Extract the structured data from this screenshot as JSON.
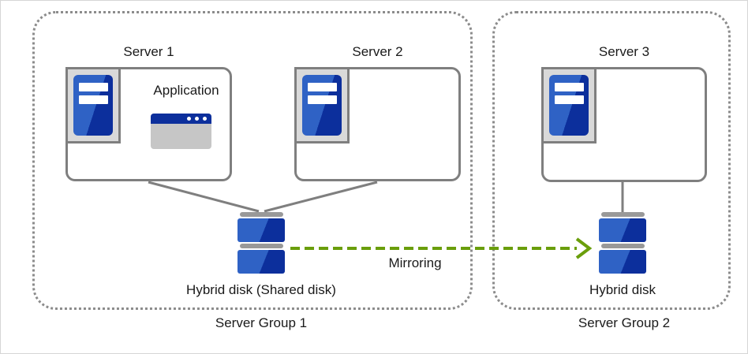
{
  "diagram": {
    "groups": [
      {
        "label": "Server Group 1"
      },
      {
        "label": "Server Group 2"
      }
    ],
    "servers": [
      {
        "name": "Server 1"
      },
      {
        "name": "Server 2"
      },
      {
        "name": "Server 3"
      }
    ],
    "application": {
      "label": "Application"
    },
    "disks": {
      "shared": {
        "label": "Hybrid disk (Shared disk)"
      },
      "mirror": {
        "label": "Hybrid disk"
      }
    },
    "mirroring": {
      "label": "Mirroring"
    },
    "colors": {
      "server_blue_light": "#2f62c5",
      "server_blue_dark": "#0c2f9c",
      "box_border_gray": "#7f7f7f",
      "dotted_border_gray": "#8c8c8c",
      "icon_frame_gray": "#d9d9d9",
      "disk_cap_gray": "#999999",
      "app_window_gray": "#c6c6c6",
      "mirroring_arrow_green": "#6a9e0b"
    }
  }
}
